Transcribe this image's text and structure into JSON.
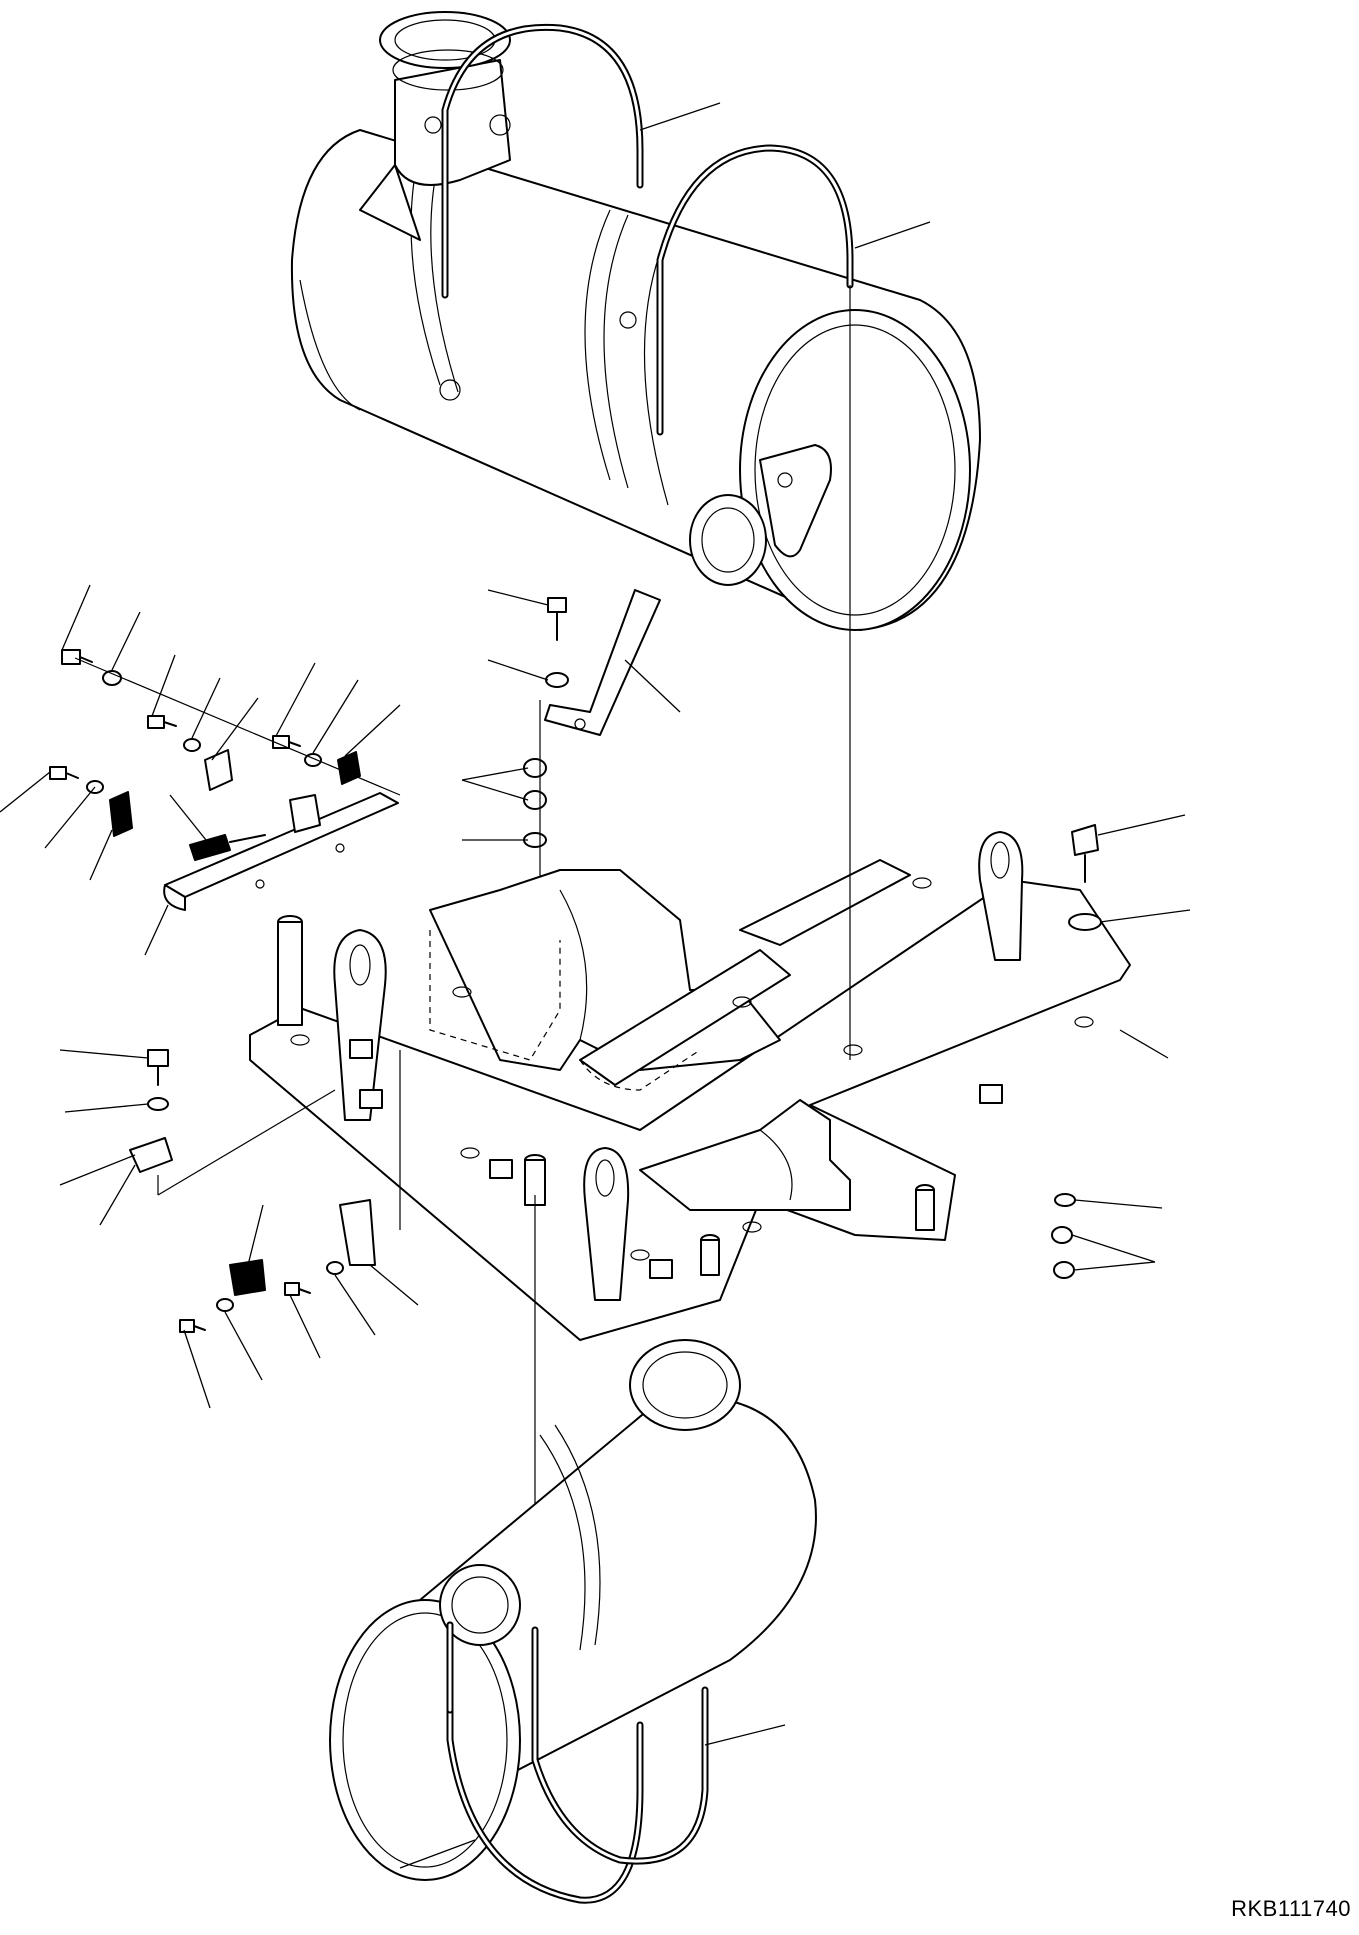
{
  "drawing": {
    "reference_code": "RKB111740",
    "parts": [
      {
        "name": "muffler-upper"
      },
      {
        "name": "muffler-lower"
      },
      {
        "name": "u-bolt-upper-left"
      },
      {
        "name": "u-bolt-upper-right"
      },
      {
        "name": "u-bolt-lower-left"
      },
      {
        "name": "u-bolt-lower-right"
      },
      {
        "name": "mounting-bracket-plate"
      },
      {
        "name": "stay-bracket"
      },
      {
        "name": "sensor-stay"
      },
      {
        "name": "clamp"
      },
      {
        "name": "bolt"
      },
      {
        "name": "washer"
      },
      {
        "name": "nut"
      }
    ]
  }
}
